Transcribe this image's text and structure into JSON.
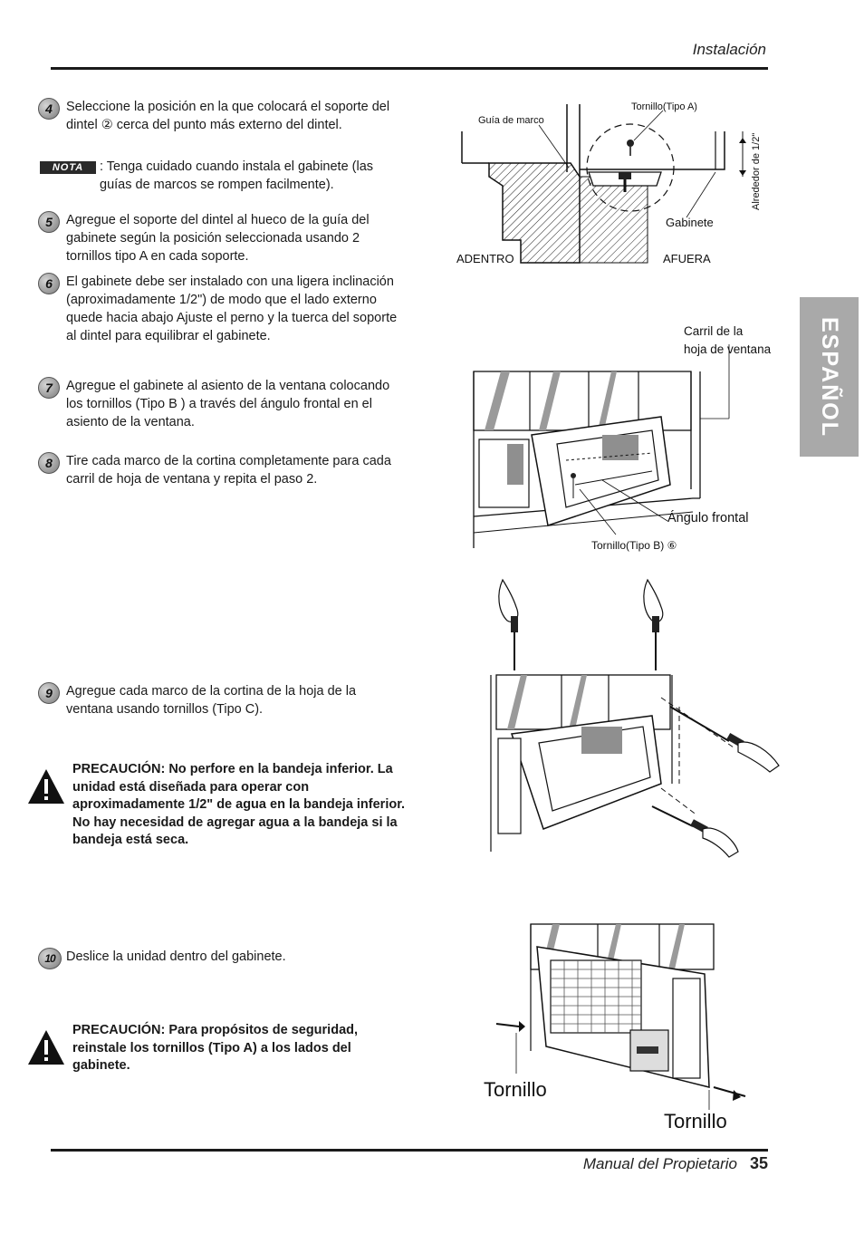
{
  "header": {
    "section": "Instalación"
  },
  "side_tab": {
    "label": "ESPAÑOL"
  },
  "steps": {
    "s4": {
      "num": "4",
      "text": "Seleccione la posición en la que colocará el soporte del dintel ② cerca del punto más externo del dintel."
    },
    "s5": {
      "num": "5",
      "text": "Agregue el soporte del dintel al hueco de la guía del gabinete según la posición seleccionada usando 2 tornillos tipo A en cada soporte."
    },
    "s6": {
      "num": "6",
      "text": "El gabinete debe ser instalado con una ligera inclinación (aproximadamente 1/2\") de modo que el lado externo quede hacia abajo Ajuste el perno y la tuerca del soporte al dintel para equilibrar el gabinete."
    },
    "s7": {
      "num": "7",
      "text": "Agregue el gabinete al asiento de la ventana colocando los tornillos (Tipo B ) a través del ángulo frontal en el asiento de la ventana."
    },
    "s8": {
      "num": "8",
      "text": "Tire cada marco de la cortina completamente para cada carril de hoja de ventana y repita el paso 2."
    },
    "s9": {
      "num": "9",
      "text": "Agregue cada marco de la cortina de la hoja de la ventana usando tornillos (Tipo C)."
    },
    "s10": {
      "num": "10",
      "text": "Deslice la unidad dentro del gabinete."
    }
  },
  "nota": {
    "badge": "NOTA",
    "text": ": Tenga cuidado cuando instala el gabinete (las guías de marcos se rompen facilmente)."
  },
  "cautions": {
    "c1": "PRECAUCIÓN: No perfore en la bandeja inferior. La unidad está diseñada para operar con aproximadamente 1/2\" de agua en la bandeja inferior. No hay necesidad de agregar agua a la bandeja si la bandeja está seca.",
    "c2": "PRECAUCIÓN: Para propósitos de seguridad, reinstale los tornillos (Tipo A) a los lados del gabinete."
  },
  "figures": {
    "fig1": {
      "guia": "Guía de marco",
      "tornillo_a": "Tornillo(Tipo A)",
      "alrededor": "Alrededor de 1/2\"",
      "gabinete": "Gabinete",
      "adentro": "ADENTRO",
      "afuera": "AFUERA"
    },
    "fig2": {
      "carril_1": "Carril de la",
      "carril_2": "hoja de ventana",
      "angulo": "Ángulo frontal",
      "tornillo_b": "Tornillo(Tipo B) ⑥"
    },
    "fig4": {
      "tornillo_left": "Tornillo",
      "tornillo_right": "Tornillo"
    }
  },
  "footer": {
    "manual": "Manual del Propietario",
    "page": "35"
  }
}
